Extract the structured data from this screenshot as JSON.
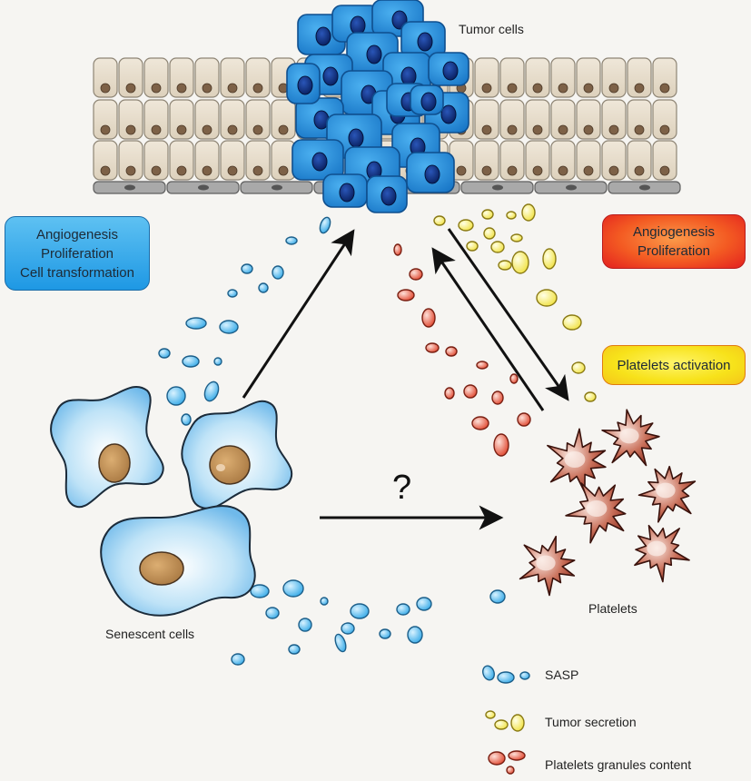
{
  "labels": {
    "tumor_cells": "Tumor cells",
    "senescent_cells": "Senescent cells",
    "platelets": "Platelets",
    "question_mark": "?"
  },
  "boxes": {
    "senescence_effects": [
      "Angiogenesis",
      "Proliferation",
      "Cell transformation"
    ],
    "platelet_effects": [
      "Angiogenesis",
      "Proliferation"
    ],
    "tumor_effect": "Platelets activation"
  },
  "legend": {
    "sasp": "SASP",
    "tumor_secretion": "Tumor secretion",
    "platelet_granules": "Platelets granules content"
  },
  "colors": {
    "background": "#f6f5f2",
    "epithelial_cell": "#e6dccb",
    "epithelial_nucleus": "#7d6147",
    "basal_cell": "#a8a8a8",
    "tumor_cell": "#1f8cd8",
    "tumor_nucleus": "#0b2a73",
    "senescent_cell": "#7fc3ee",
    "senescent_nucleus": "#b3864f",
    "sasp_vesicle": "#42b0ea",
    "tumor_secretion_vesicle": "#f3ea5c",
    "platelet_granule_vesicle": "#e5513b",
    "platelet": "#b44a38",
    "box_blue": "#2aa3e8",
    "box_red": "#ef3a1f",
    "box_yellow": "#f7e21a"
  },
  "icons": [
    "epithelium",
    "tumor-mass",
    "senescent-cell",
    "platelet",
    "vesicle"
  ]
}
